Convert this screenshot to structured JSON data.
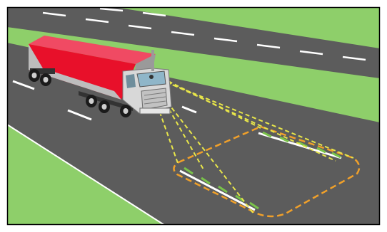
{
  "colors": {
    "grass": "#8ecf6a",
    "road": "#5c5c5c",
    "lane_marking": "#ffffff",
    "trailer_red": "#e8102a",
    "trailer_top": "#f04a63",
    "truck_body": "#d8d8d8",
    "truck_shadow": "#9a9a9a",
    "tire": "#1b1b1b",
    "sensor_beam": "#e8e64a",
    "detection_zone": "#f0a02a",
    "lane_marker_detected": "#79c24a",
    "frame_border": "#000000"
  },
  "icons": {
    "truck": "semi-truck-illustration",
    "sensor_beams": "camera-sensor-beams",
    "detection_zone": "lane-detection-zone"
  }
}
